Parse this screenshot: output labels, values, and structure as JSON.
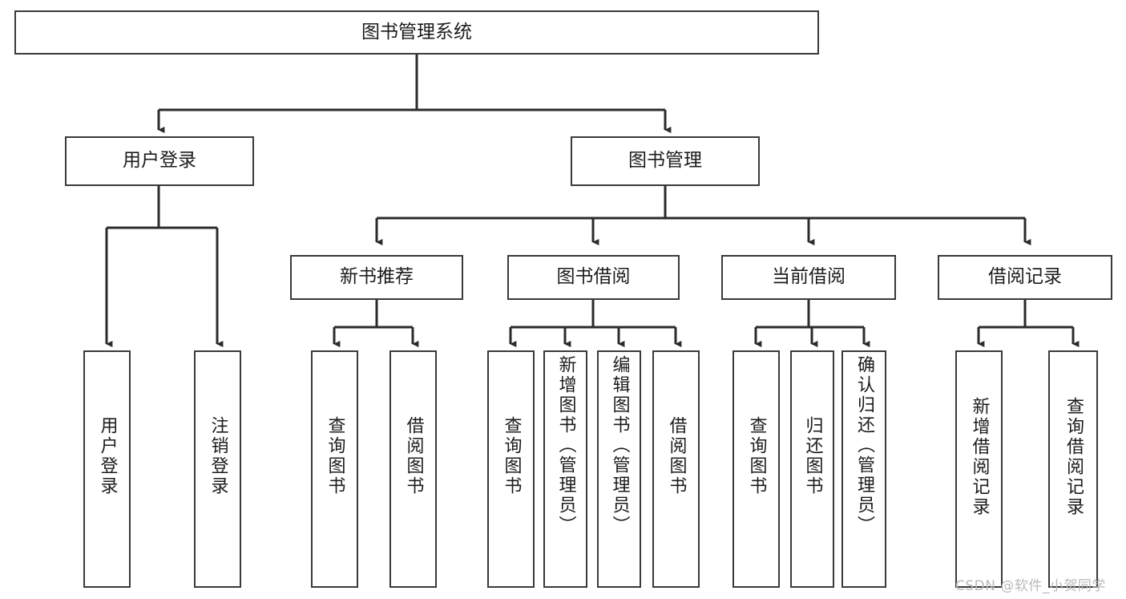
{
  "diagram": {
    "type": "tree-hierarchy",
    "title": "图书管理系统",
    "orientation": "top-down",
    "watermark": "CSDN @软件_小贺同学",
    "colors": {
      "box_border": "#3a3a3a",
      "box_fill": "#ffffff",
      "connector": "#2b2b2b",
      "text": "#1c1c1c",
      "watermark": "#b9b9b9",
      "background": "#ffffff"
    },
    "levels": {
      "root": "图书管理系统",
      "level2": [
        "用户登录",
        "图书管理"
      ],
      "level3": [
        "新书推荐",
        "图书借阅",
        "当前借阅",
        "借阅记录"
      ],
      "level4": [
        "用户登录",
        "注销登录",
        "查询图书",
        "借阅图书",
        "查询图书",
        "新增图书（管理员）",
        "编辑图书（管理员）",
        "借阅图书",
        "查询图书",
        "归还图书",
        "确认归还（管理员）",
        "新增借阅记录",
        "查询借阅记录"
      ]
    },
    "nodes": [
      {
        "id": "root",
        "label": "图书管理系统",
        "level": 1,
        "orient": "horizontal"
      },
      {
        "id": "n2a",
        "label": "用户登录",
        "level": 2,
        "orient": "horizontal"
      },
      {
        "id": "n2b",
        "label": "图书管理",
        "level": 2,
        "orient": "horizontal"
      },
      {
        "id": "n3a",
        "label": "新书推荐",
        "level": 3,
        "orient": "horizontal"
      },
      {
        "id": "n3b",
        "label": "图书借阅",
        "level": 3,
        "orient": "horizontal"
      },
      {
        "id": "n3c",
        "label": "当前借阅",
        "level": 3,
        "orient": "horizontal"
      },
      {
        "id": "n3d",
        "label": "借阅记录",
        "level": 3,
        "orient": "horizontal"
      },
      {
        "id": "l01",
        "label": "用户登录",
        "level": 4,
        "orient": "vertical"
      },
      {
        "id": "l02",
        "label": "注销登录",
        "level": 4,
        "orient": "vertical"
      },
      {
        "id": "l03",
        "label": "查询图书",
        "level": 4,
        "orient": "vertical"
      },
      {
        "id": "l04",
        "label": "借阅图书",
        "level": 4,
        "orient": "vertical"
      },
      {
        "id": "l05",
        "label": "查询图书",
        "level": 4,
        "orient": "vertical"
      },
      {
        "id": "l06",
        "label": "新增图书（管理员）",
        "level": 4,
        "orient": "vertical"
      },
      {
        "id": "l07",
        "label": "编辑图书（管理员）",
        "level": 4,
        "orient": "vertical"
      },
      {
        "id": "l08",
        "label": "借阅图书",
        "level": 4,
        "orient": "vertical"
      },
      {
        "id": "l09",
        "label": "查询图书",
        "level": 4,
        "orient": "vertical"
      },
      {
        "id": "l10",
        "label": "归还图书",
        "level": 4,
        "orient": "vertical"
      },
      {
        "id": "l11",
        "label": "确认归还（管理员）",
        "level": 4,
        "orient": "vertical"
      },
      {
        "id": "l12",
        "label": "新增借阅记录",
        "level": 4,
        "orient": "vertical"
      },
      {
        "id": "l13",
        "label": "查询借阅记录",
        "level": 4,
        "orient": "vertical"
      }
    ],
    "edges": [
      {
        "from": "root",
        "to": "n2a"
      },
      {
        "from": "root",
        "to": "n2b"
      },
      {
        "from": "n2a",
        "to": "l01"
      },
      {
        "from": "n2a",
        "to": "l02"
      },
      {
        "from": "n2b",
        "to": "n3a"
      },
      {
        "from": "n2b",
        "to": "n3b"
      },
      {
        "from": "n2b",
        "to": "n3c"
      },
      {
        "from": "n2b",
        "to": "n3d"
      },
      {
        "from": "n3a",
        "to": "l03"
      },
      {
        "from": "n3a",
        "to": "l04"
      },
      {
        "from": "n3b",
        "to": "l05"
      },
      {
        "from": "n3b",
        "to": "l06"
      },
      {
        "from": "n3b",
        "to": "l07"
      },
      {
        "from": "n3b",
        "to": "l08"
      },
      {
        "from": "n3c",
        "to": "l09"
      },
      {
        "from": "n3c",
        "to": "l10"
      },
      {
        "from": "n3c",
        "to": "l11"
      },
      {
        "from": "n3d",
        "to": "l12"
      },
      {
        "from": "n3d",
        "to": "l13"
      }
    ]
  }
}
